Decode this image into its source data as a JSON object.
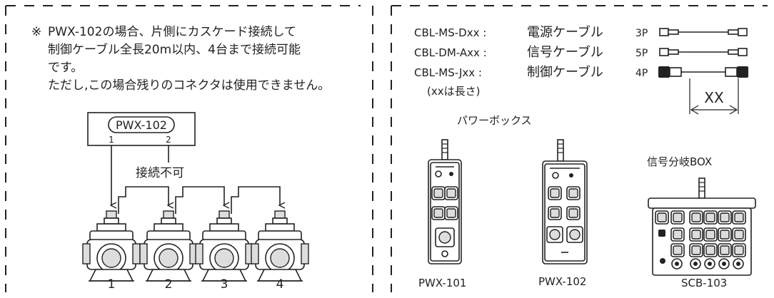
{
  "note": {
    "mark": "※",
    "line1": "PWX-102の場合、片側にカスケード接続して",
    "line2": "制御ケーブル全長20m以内、4台まで接続可能",
    "line3": "です。",
    "line4": "ただし,この場合残りのコネクタは使用できません。"
  },
  "left_diagram": {
    "box_label": "PWX-102",
    "port1": "1",
    "port2": "2",
    "not_connectable": "接続不可",
    "units": [
      "1",
      "2",
      "3",
      "4"
    ]
  },
  "cables": [
    {
      "code": "CBL-MS-Dxx :",
      "name": "電源ケーブル",
      "pins": "3P"
    },
    {
      "code": "CBL-DM-Axx :",
      "name": "信号ケーブル",
      "pins": "5P"
    },
    {
      "code": "CBL-MS-Jxx :",
      "name": "制御ケーブル",
      "pins": "4P"
    }
  ],
  "length_note": "(xxは長さ)",
  "length_label": "XX",
  "power_box_title": "パワーボックス",
  "signal_box_title": "信号分岐BOX",
  "devices": [
    "PWX-101",
    "PWX-102",
    "SCB-103"
  ]
}
